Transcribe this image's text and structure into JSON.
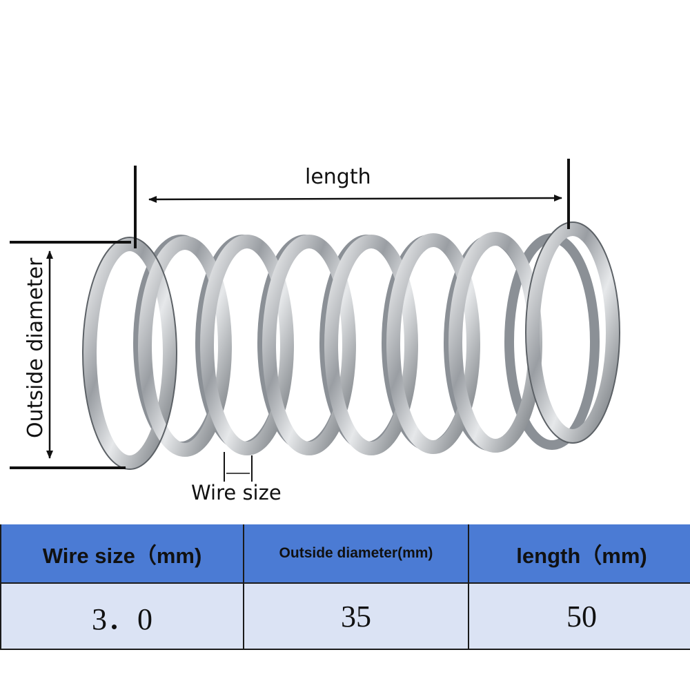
{
  "diagram": {
    "labels": {
      "length": "length",
      "outside_diameter": "Outside diameter",
      "wire_size": "Wire size"
    },
    "spring_color": "#c9ccd0"
  },
  "spec_table": {
    "headers": [
      "Wire size（mm)",
      "Outside diameter(mm)",
      "length（mm)"
    ],
    "values": [
      "3．0",
      "35",
      "50"
    ],
    "header_color": "#4b7bd4",
    "row_color": "#dbe3f4"
  }
}
